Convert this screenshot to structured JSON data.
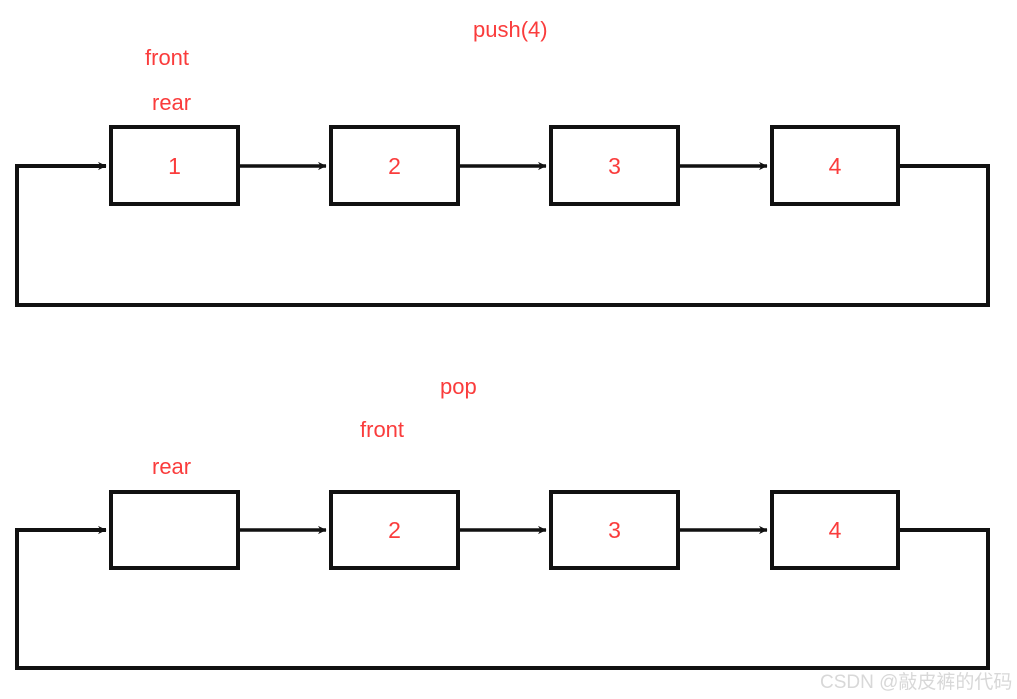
{
  "figure": {
    "title": "Circular queue push and pop illustration",
    "accent_color": "#fa3c3c",
    "stroke_color": "#111111",
    "background_color": "#ffffff",
    "watermark": "CSDN @敲皮裤的代码"
  },
  "diagrams": [
    {
      "id": "push",
      "operation_label": "push(4)",
      "pointers": [
        {
          "name": "front",
          "label": "front"
        },
        {
          "name": "rear",
          "label": "rear"
        }
      ],
      "nodes": [
        {
          "value": "1"
        },
        {
          "value": "2"
        },
        {
          "value": "3"
        },
        {
          "value": "4"
        }
      ]
    },
    {
      "id": "pop",
      "operation_label": "pop",
      "pointers": [
        {
          "name": "pop",
          "label": "pop"
        },
        {
          "name": "front",
          "label": "front"
        },
        {
          "name": "rear",
          "label": "rear"
        }
      ],
      "nodes": [
        {
          "value": ""
        },
        {
          "value": "2"
        },
        {
          "value": "3"
        },
        {
          "value": "4"
        }
      ]
    }
  ]
}
